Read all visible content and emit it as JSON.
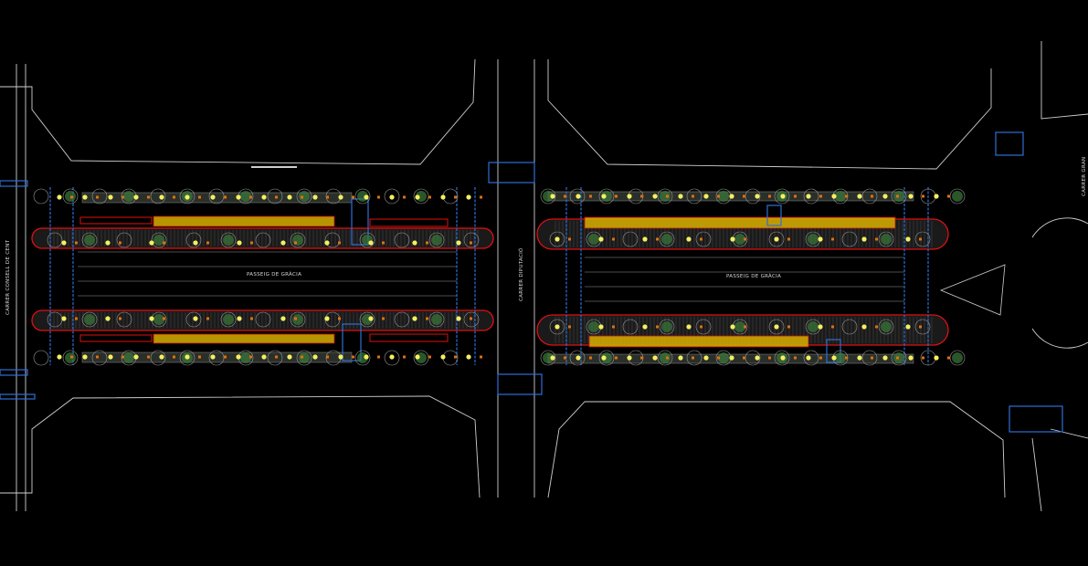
{
  "drawing": {
    "labels": {
      "boulevard_left": "PASSEIG DE GRÀCIA",
      "boulevard_right": "PASSEIG DE GRÀCIA",
      "street_left": "CARRER CONSELL DE CENT",
      "street_middle": "CARRER DIPUTACIÓ",
      "street_right": "CARRER GRAN"
    },
    "colors": {
      "background": "#000000",
      "linework": "#d0d0d0",
      "median_outline": "#e01010",
      "paving_strip": "#d8b000",
      "crosswalk": "#2f6fd6",
      "trees": "#3c7a3c",
      "lights": "#f4f060",
      "bollards": "#e07010"
    }
  }
}
